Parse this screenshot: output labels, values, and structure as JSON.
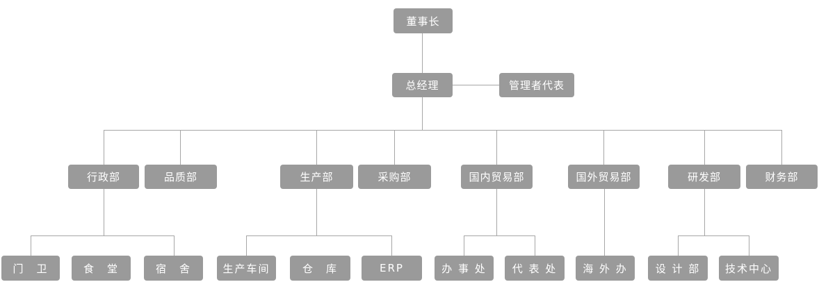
{
  "diagram": {
    "type": "org-chart",
    "language": "zh-CN",
    "colors": {
      "node_fill": "#9a9a9a",
      "node_text": "#ffffff",
      "connector_line": "#a6a6a6",
      "background": "#ffffff"
    },
    "nodes": {
      "chairman": {
        "label": "董事长",
        "level": 1,
        "reports_to": null
      },
      "gm": {
        "label": "总经理",
        "level": 2,
        "reports_to": "董事长"
      },
      "rep": {
        "label": "管理者代表",
        "level": 2,
        "reports_to": "总经理"
      },
      "admin": {
        "label": "行政部",
        "level": 3,
        "reports_to": "总经理"
      },
      "quality": {
        "label": "品质部",
        "level": 3,
        "reports_to": "总经理"
      },
      "production": {
        "label": "生产部",
        "level": 3,
        "reports_to": "总经理"
      },
      "purchasing": {
        "label": "采购部",
        "level": 3,
        "reports_to": "总经理"
      },
      "domestic": {
        "label": "国内贸易部",
        "level": 3,
        "reports_to": "总经理"
      },
      "foreign": {
        "label": "国外贸易部",
        "level": 3,
        "reports_to": "总经理"
      },
      "rnd": {
        "label": "研发部",
        "level": 3,
        "reports_to": "总经理"
      },
      "finance": {
        "label": "财务部",
        "level": 3,
        "reports_to": "总经理"
      },
      "gate": {
        "label": "门　卫",
        "level": 4,
        "reports_to": "行政部"
      },
      "canteen": {
        "label": "食　堂",
        "level": 4,
        "reports_to": "行政部"
      },
      "dorm": {
        "label": "宿　舍",
        "level": 4,
        "reports_to": "行政部"
      },
      "workshop": {
        "label": "生产车间",
        "level": 4,
        "reports_to": "生产部"
      },
      "warehouse": {
        "label": "仓　库",
        "level": 4,
        "reports_to": "生产部"
      },
      "erp": {
        "label": "ERP",
        "level": 4,
        "reports_to": "生产部"
      },
      "office": {
        "label": "办 事 处",
        "level": 4,
        "reports_to": "国内贸易部"
      },
      "repoffice": {
        "label": "代 表 处",
        "level": 4,
        "reports_to": "国内贸易部"
      },
      "overseas": {
        "label": "海 外 办",
        "level": 4,
        "reports_to": "国外贸易部"
      },
      "design": {
        "label": "设 计 部",
        "level": 4,
        "reports_to": "研发部"
      },
      "techcenter": {
        "label": "技术中心",
        "level": 4,
        "reports_to": "研发部"
      }
    }
  }
}
